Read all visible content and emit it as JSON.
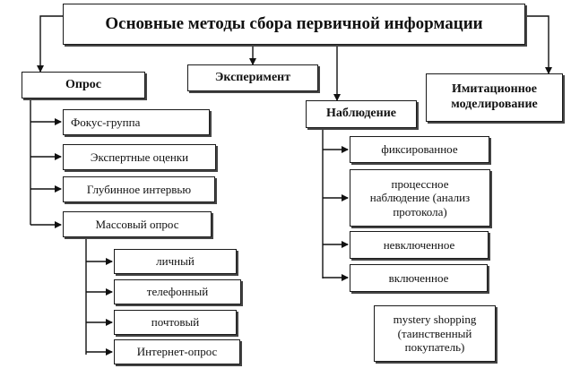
{
  "root": "Основные методы сбора первичной информации",
  "methods": {
    "survey": "Опрос",
    "experiment": "Эксперимент",
    "observation": "Наблюдение",
    "simulation_line1": "Имитационное",
    "simulation_line2": "моделирование"
  },
  "survey_items": {
    "focus_group": "Фокус-группа",
    "expert": "Экспертные оценки",
    "indepth": "Глубинное интервью",
    "mass": "Массовый опрос"
  },
  "mass_items": {
    "personal": "личный",
    "phone": "телефонный",
    "mail": "почтовый",
    "internet": "Интернет-опрос"
  },
  "observation_items": {
    "fixed": "фиксированное",
    "process_line1": "процессное",
    "process_line2": "наблюдение (анализ",
    "process_line3": "протокола)",
    "nonincluded": "невключенное",
    "included": "включенное",
    "mystery_line1": "mystery shopping",
    "mystery_line2": "(таинственный",
    "mystery_line3": "покупатель)"
  }
}
